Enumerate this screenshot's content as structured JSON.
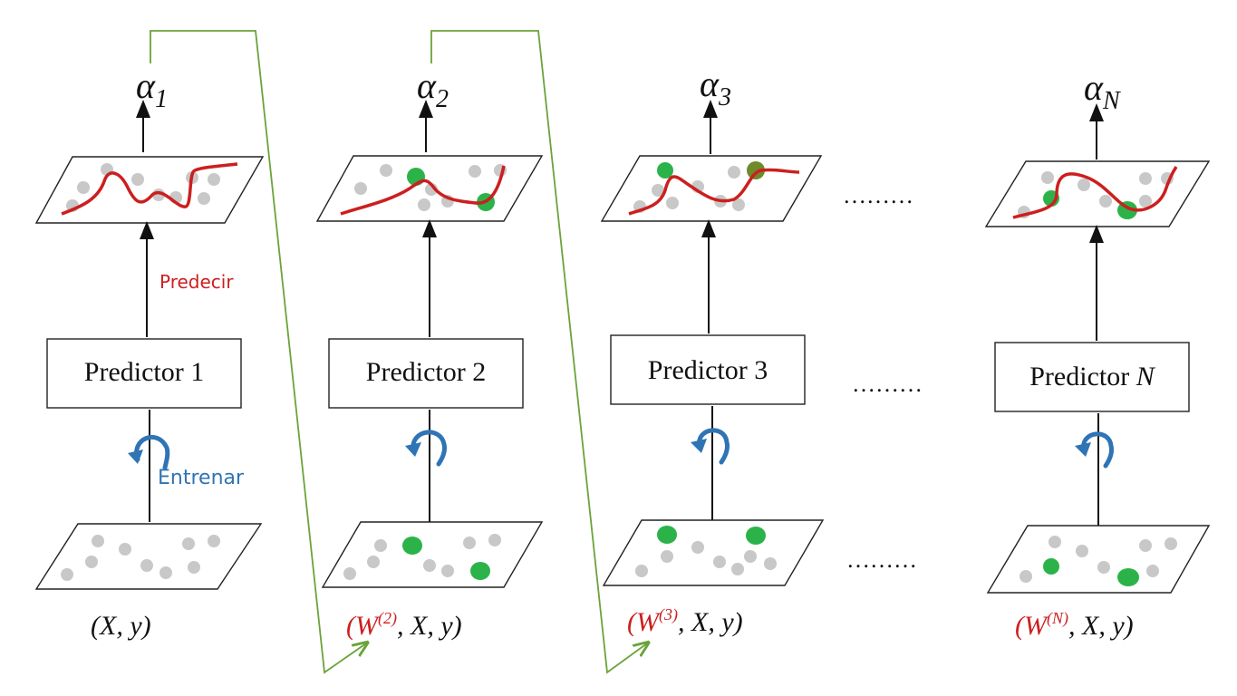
{
  "colors": {
    "ink": "#111111",
    "predict_red": "#cc1f1f",
    "train_blue": "#2f74b5",
    "weight_green": "#2bb34a",
    "link_green": "#6aa33a",
    "point_gray": "#c8c8c8"
  },
  "labels": {
    "predecir": "Predecir",
    "entrenar": "Entrenar"
  },
  "stages": [
    {
      "alpha_base": "α",
      "alpha_sub": "1",
      "predictor_text": "Predictor  1",
      "predictor_suffix": "",
      "input_prefix": "",
      "input_weight": "",
      "input_weight_sup": "",
      "input_rest": "(X, y)"
    },
    {
      "alpha_base": "α",
      "alpha_sub": "2",
      "predictor_text": "Predictor  2",
      "predictor_suffix": "",
      "input_prefix": "(",
      "input_weight": "W",
      "input_weight_sup": "(2)",
      "input_rest": ",  X, y)"
    },
    {
      "alpha_base": "α",
      "alpha_sub": "3",
      "predictor_text": "Predictor  3",
      "predictor_suffix": "",
      "input_prefix": "(",
      "input_weight": "W",
      "input_weight_sup": "(3)",
      "input_rest": ",  X, y)"
    },
    {
      "alpha_base": "α",
      "alpha_sub": "N",
      "predictor_text": "Predictor ",
      "predictor_suffix": "N",
      "input_prefix": "(",
      "input_weight": "W",
      "input_weight_sup": "(N)",
      "input_rest": ",  X, y)"
    }
  ],
  "ellipses": [
    "………",
    "………",
    "………"
  ],
  "icons": {
    "train_arrow": "curved-arrow-icon"
  }
}
